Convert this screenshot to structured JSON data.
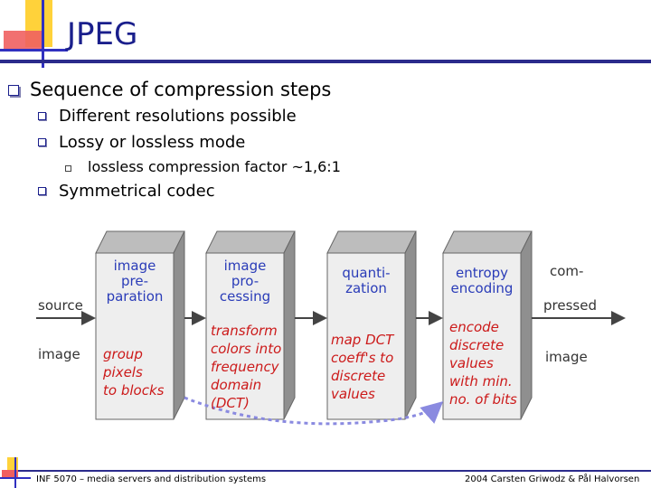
{
  "slide": {
    "title": "JPEG",
    "bullets": [
      {
        "text": "Sequence of compression steps"
      },
      {
        "text": "Different resolutions possible"
      },
      {
        "text": "Lossy or lossless mode"
      },
      {
        "text": "lossless compression factor ~1,6:1"
      },
      {
        "text": "Symmetrical codec"
      }
    ]
  },
  "diagram": {
    "input_label_top": "source",
    "input_label_bottom": "image",
    "output_label_1": "com-",
    "output_label_2": "pressed",
    "output_label_3": "image",
    "stages": [
      {
        "head": "image\npre-\nparation",
        "body": "group\npixels\nto blocks"
      },
      {
        "head": "image\npro-\ncessing",
        "body": "transform\ncolors into\nfrequency\ndomain\n(DCT)"
      },
      {
        "head": "quanti-\nzation",
        "body": "map DCT\ncoeff's to\ndiscrete\nvalues"
      },
      {
        "head": "entropy\nencoding",
        "body": "encode\ndiscrete\nvalues\nwith min.\nno. of bits"
      }
    ]
  },
  "footer": {
    "left": "INF 5070 – media servers and distribution systems",
    "right": "2004 Carsten Griwodz & Pål Halvorsen"
  },
  "colors": {
    "title": "#1a1f8c",
    "rule": "#2b2b8c",
    "stage_head": "#2a3cb8",
    "stage_body": "#cc1a1a",
    "accent_red": "#e84040",
    "accent_yellow": "#ffd700",
    "accent_blue": "#3030c0"
  }
}
